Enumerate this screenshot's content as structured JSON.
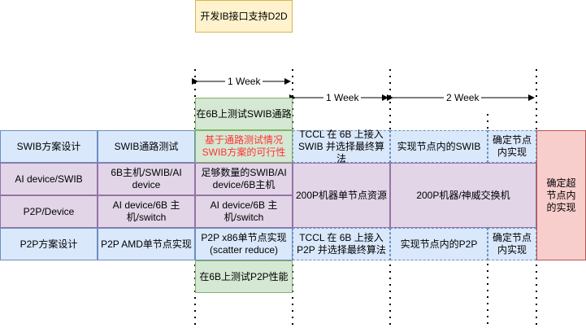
{
  "title": "开发IB接口支持D2D",
  "periods": {
    "week1a": "1 Week",
    "week1b": "1 Week",
    "week2": "2 Week"
  },
  "top_note": "在6B上测试SWIB通路",
  "bottom_note": "在6B上测试P2P性能",
  "rows": {
    "swib_design": {
      "label": "SWIB方案设计",
      "c1": "SWIB通路测试",
      "c2": "基于通路测试情况SWIB方案的可行性",
      "c3": "TCCL 在 6B 上接入SWIB 并选择最终算法",
      "c4": "实现节点内的SWIB",
      "c5": "确定节点内实现"
    },
    "ai_device": {
      "label": "AI device/SWIB",
      "c1": "6B主机/SWIB/AI device",
      "c2": "足够数量的SWIB/AI device/6B主机"
    },
    "p2p_device": {
      "label": "P2P/Device",
      "c1": "AI device/6B 主机/switch",
      "c2": "AI device/6B 主机/switch"
    },
    "shared": {
      "c3": "200P机器单节点资源",
      "c4": "200P机器/神威交换机"
    },
    "p2p_design": {
      "label": "P2P方案设计",
      "c1": "P2P AMD单节点实现",
      "c2": "P2P x86单节点实现(scatter reduce)",
      "c3": "TCCL 在 6B 上接入P2P 并选择最终算法",
      "c4": "实现节点内的P2P",
      "c5": "确定节点内实现"
    },
    "final": "确定超节点内的实现"
  }
}
